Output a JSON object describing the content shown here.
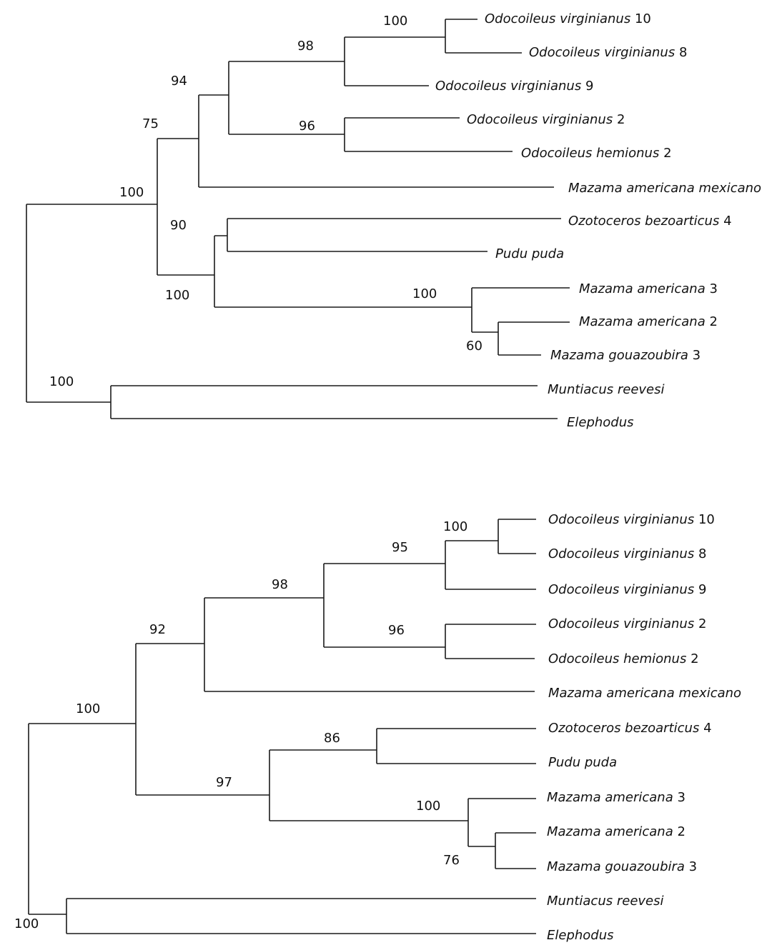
{
  "trees": [
    {
      "taxa": [
        {
          "genus": "Odocoileus virginianus",
          "num": "10"
        },
        {
          "genus": "Odocoileus virginianus",
          "num": "8"
        },
        {
          "genus": "Odocoileus virginianus",
          "num": "9"
        },
        {
          "genus": "Odocoileus virginianus",
          "num": "2"
        },
        {
          "genus": "Odocoileus hemionus",
          "num": "2"
        },
        {
          "genus": "Mazama americana mexicano",
          "num": ""
        },
        {
          "genus": "Ozotoceros bezoarticus",
          "num": "4"
        },
        {
          "genus": "Pudu puda",
          "num": ""
        },
        {
          "genus": "Mazama americana",
          "num": "3"
        },
        {
          "genus": "Mazama americana",
          "num": "2"
        },
        {
          "genus": "Mazama gouazoubira",
          "num": "3"
        },
        {
          "genus": "Muntiacus reevesi",
          "num": ""
        },
        {
          "genus": "Elephodus",
          "num": ""
        }
      ],
      "support": [
        "100",
        "98",
        "94",
        "75",
        "96",
        "100",
        "90",
        "100",
        "100",
        "60",
        "100"
      ]
    },
    {
      "taxa": [
        {
          "genus": "Odocoileus virginianus",
          "num": "10"
        },
        {
          "genus": "Odocoileus virginianus",
          "num": "8"
        },
        {
          "genus": "Odocoileus virginianus",
          "num": "9"
        },
        {
          "genus": "Odocoileus virginianus",
          "num": "2"
        },
        {
          "genus": "Odocoileus hemionus",
          "num": "2"
        },
        {
          "genus": "Mazama americana mexicano",
          "num": ""
        },
        {
          "genus": "Ozotoceros bezoarticus",
          "num": "4"
        },
        {
          "genus": "Pudu puda",
          "num": ""
        },
        {
          "genus": "Mazama americana",
          "num": "3"
        },
        {
          "genus": "Mazama americana",
          "num": "2"
        },
        {
          "genus": "Mazama gouazoubira",
          "num": "3"
        },
        {
          "genus": "Muntiacus reevesi",
          "num": ""
        },
        {
          "genus": "Elephodus",
          "num": ""
        }
      ],
      "support": [
        "100",
        "95",
        "98",
        "92",
        "96",
        "86",
        "97",
        "100",
        "76",
        "100",
        "100"
      ]
    }
  ]
}
